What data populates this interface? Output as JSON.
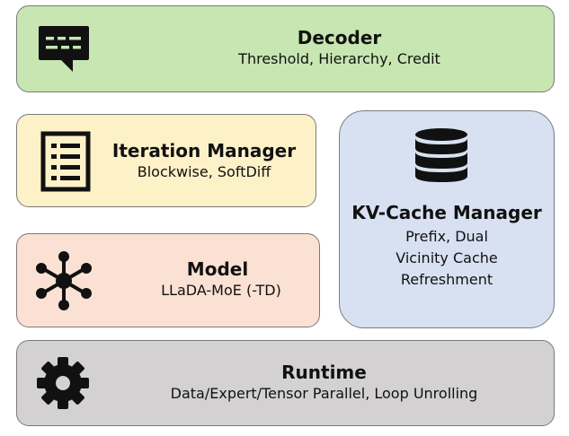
{
  "decoder": {
    "title": "Decoder",
    "subtitle": "Threshold, Hierarchy, Credit",
    "icon": "chat-bubble-icon",
    "color": "#c7e6b2"
  },
  "iteration_manager": {
    "title": "Iteration Manager",
    "subtitle": "Blockwise, SoftDiff",
    "icon": "list-document-icon",
    "color": "#fdf1c8"
  },
  "model": {
    "title": "Model",
    "subtitle": "LLaDA-MoE (-TD)",
    "icon": "network-hub-icon",
    "color": "#fbe1d3"
  },
  "kv_cache_manager": {
    "title": "KV-Cache Manager",
    "lines": [
      "Prefix, Dual",
      "Vicinity Cache",
      "Refreshment"
    ],
    "icon": "database-icon",
    "color": "#d8e1f1"
  },
  "runtime": {
    "title": "Runtime",
    "subtitle": "Data/Expert/Tensor Parallel, Loop Unrolling",
    "icon": "gear-icon",
    "color": "#d3d1d1"
  }
}
